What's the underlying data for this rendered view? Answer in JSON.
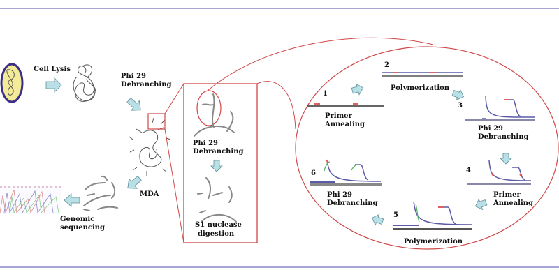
{
  "labels": {
    "cell_lysis": "Cell Lysis",
    "phi29_debranching_1": [
      "Phi 29",
      "Debranching"
    ],
    "mda": "MDA",
    "genomic_sequencing": [
      "Genomic",
      "sequencing"
    ],
    "box_phi29": [
      "Phi 29",
      "Debranching"
    ],
    "s1_digestion": [
      "S1 nuclease",
      "digestion"
    ]
  },
  "cycle": {
    "steps": [
      {
        "num": "1",
        "label": [
          "Primer",
          "Annealing"
        ]
      },
      {
        "num": "2",
        "label": [
          "Polymerization"
        ]
      },
      {
        "num": "3",
        "label": [
          "Phi 29",
          "Debranching"
        ]
      },
      {
        "num": "4",
        "label": [
          "Primer",
          "Annealing"
        ]
      },
      {
        "num": "5",
        "label": [
          "Polymerization"
        ]
      },
      {
        "num": "6",
        "label": [
          "Phi 29",
          "Debranching"
        ]
      }
    ]
  },
  "colors": {
    "frame": "#8a86c8",
    "highlight": "#d04848",
    "arrow": "#b9e0e6",
    "template": "#555555",
    "new_strand": "#5a5aa8",
    "primer": "#e06060",
    "third_strand": "#50b060"
  }
}
